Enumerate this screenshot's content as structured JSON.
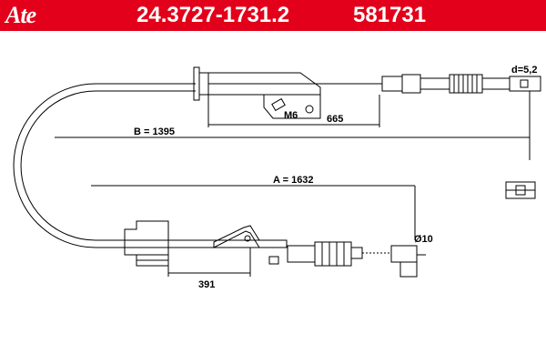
{
  "header": {
    "brand": "Ate",
    "part_number": "24.3727-1731.2",
    "short_number": "581731"
  },
  "dimensions": {
    "a": "A = 1632",
    "b": "B = 1395",
    "d": "d=5,2",
    "m6": "M6",
    "len_665": "665",
    "len_391": "391",
    "dia": "Ø10"
  },
  "colors": {
    "header_bg": "#e2001a",
    "line": "#000000"
  }
}
